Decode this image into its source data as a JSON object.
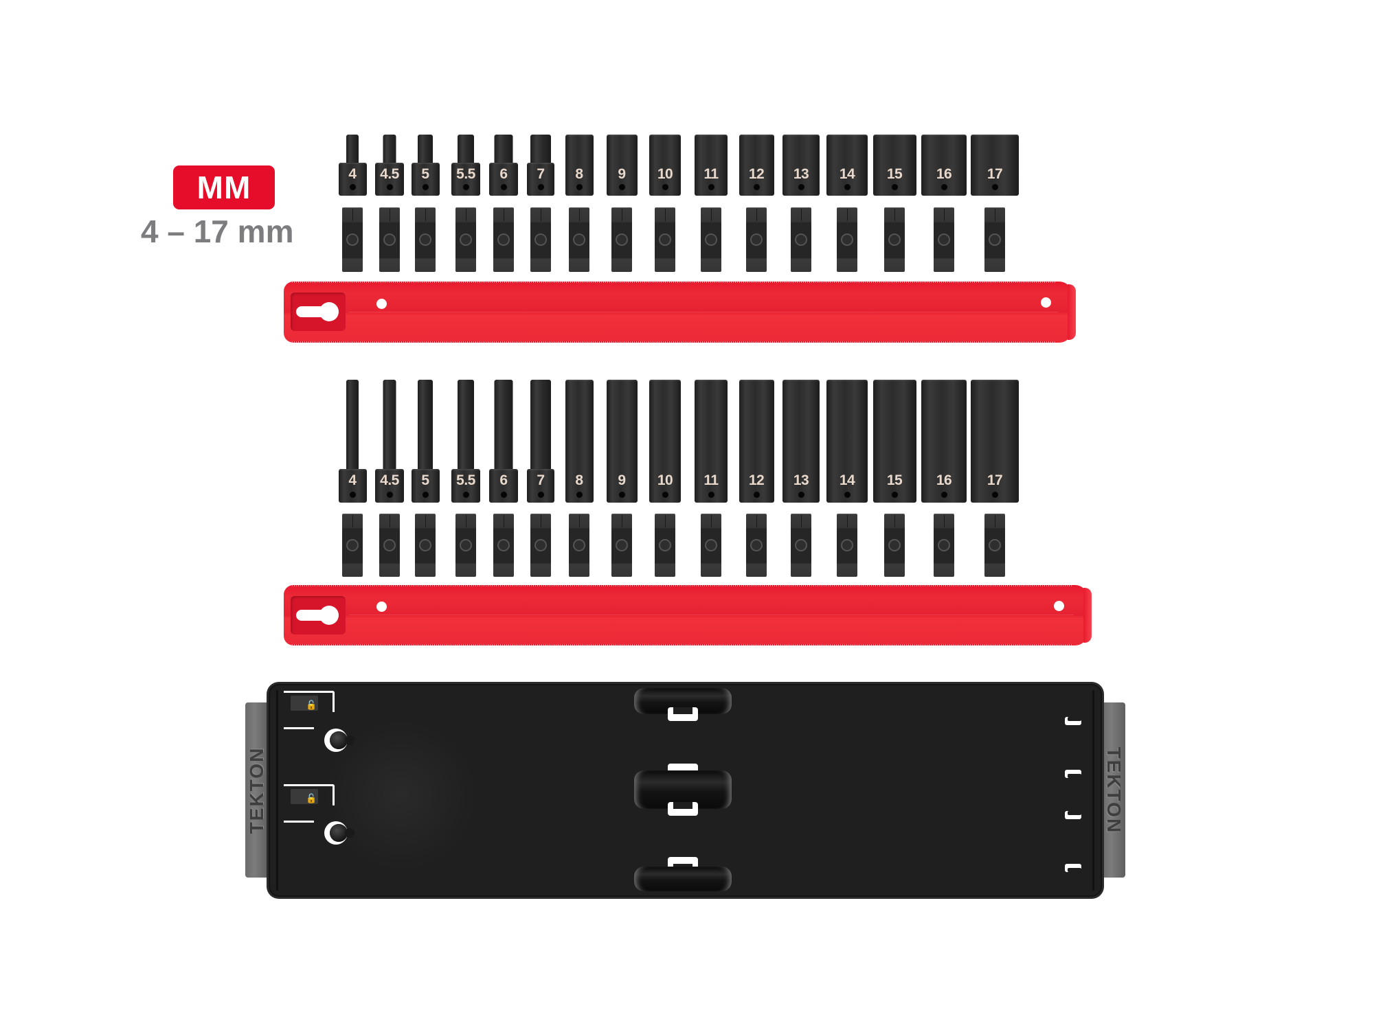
{
  "header": {
    "badge_label": "MM",
    "badge_color": "#E60D2A",
    "range_label": "4 – 17 mm",
    "range_color": "#7D7D80"
  },
  "shallow_sockets": [
    {
      "size": "4"
    },
    {
      "size": "4.5"
    },
    {
      "size": "5"
    },
    {
      "size": "5.5"
    },
    {
      "size": "6"
    },
    {
      "size": "7"
    },
    {
      "size": "8"
    },
    {
      "size": "9"
    },
    {
      "size": "10"
    },
    {
      "size": "11"
    },
    {
      "size": "12"
    },
    {
      "size": "13"
    },
    {
      "size": "14"
    },
    {
      "size": "15"
    },
    {
      "size": "16"
    },
    {
      "size": "17"
    }
  ],
  "deep_sockets": [
    {
      "size": "4"
    },
    {
      "size": "4.5"
    },
    {
      "size": "5"
    },
    {
      "size": "5.5"
    },
    {
      "size": "6"
    },
    {
      "size": "7"
    },
    {
      "size": "8"
    },
    {
      "size": "9"
    },
    {
      "size": "10"
    },
    {
      "size": "11"
    },
    {
      "size": "12"
    },
    {
      "size": "13"
    },
    {
      "size": "14"
    },
    {
      "size": "15"
    },
    {
      "size": "16"
    },
    {
      "size": "17"
    }
  ],
  "rail_color": "#E8192E",
  "tray": {
    "brand_left": "TEKTON",
    "brand_right": "TEKTON",
    "lock_icon": "unlock-icon"
  }
}
